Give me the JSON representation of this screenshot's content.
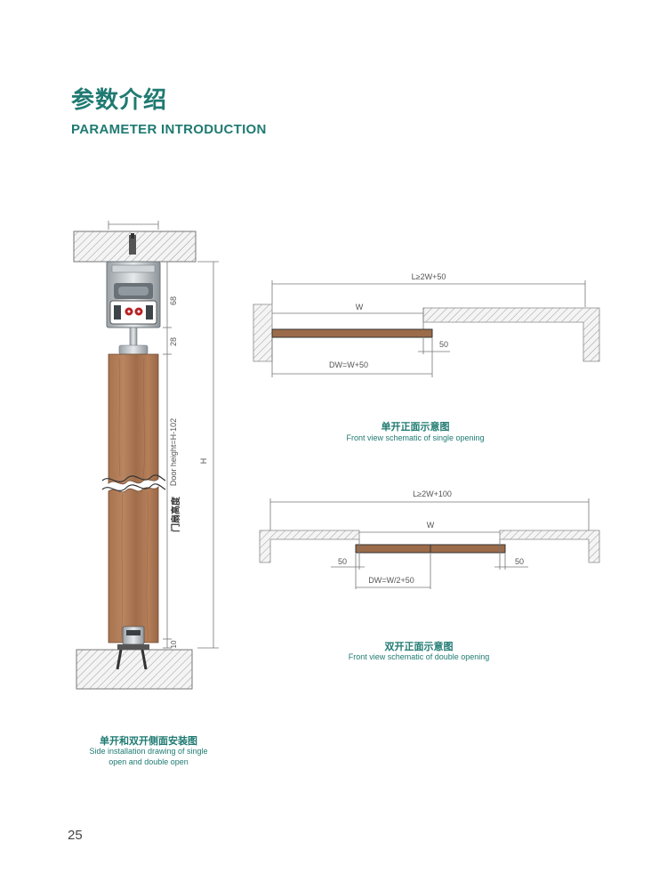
{
  "header": {
    "title_cn": "参数介绍",
    "title_en": "PARAMETER INTRODUCTION"
  },
  "side_drawing": {
    "caption_cn": "单开和双开侧面安装图",
    "caption_en_line1": "Side installation drawing of single",
    "caption_en_line2": "open and double open",
    "dim_68": "68",
    "dim_28": "28",
    "dim_10": "10",
    "dim_h": "H",
    "door_height_en": "Door height=H-102",
    "door_height_cn": "门扇高度"
  },
  "single_opening": {
    "caption_cn": "单开正面示意图",
    "caption_en": "Front view schematic of single opening",
    "dim_l": "L≥2W+50",
    "dim_w": "W",
    "dim_50": "50",
    "dim_dw": "DW=W+50"
  },
  "double_opening": {
    "caption_cn": "双开正面示意图",
    "caption_en": "Front view schematic of double opening",
    "dim_l": "L≥2W+100",
    "dim_w": "W",
    "dim_50_left": "50",
    "dim_50_right": "50",
    "dim_dw": "DW=W/2+50"
  },
  "page": {
    "number": "25"
  },
  "colors": {
    "accent": "#1f7a72",
    "wood": "#9b6b4a",
    "hatch": "#8a8a8a"
  }
}
